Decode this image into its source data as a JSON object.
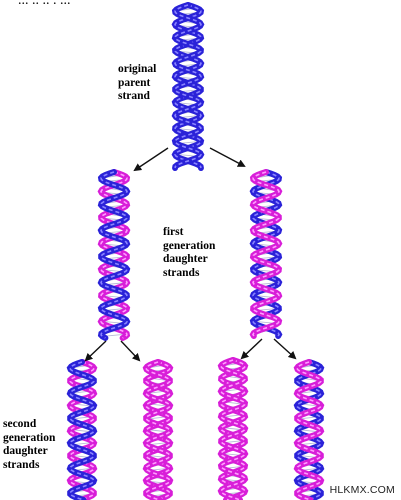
{
  "header_fragment": "...  ..  ..  . ...",
  "labels": {
    "original": [
      "original",
      "parent",
      "strand"
    ],
    "first": [
      "first",
      "generation",
      "daughter",
      "strands"
    ],
    "second": [
      "second",
      "generation",
      "daughter",
      "strands"
    ]
  },
  "watermark": "HLKMX.COM",
  "colors": {
    "parent_strand": "#2a22d8",
    "parent_strand_light": "#8a84ff",
    "new_strand": "#d81ed8",
    "new_strand_light": "#ff9cff",
    "arrow": "#111111"
  },
  "helices": [
    {
      "id": "parent",
      "strands": [
        "parent",
        "parent"
      ]
    },
    {
      "id": "gen1-left",
      "strands": [
        "new",
        "parent"
      ]
    },
    {
      "id": "gen1-right",
      "strands": [
        "parent",
        "new"
      ]
    },
    {
      "id": "gen2-a",
      "strands": [
        "new",
        "parent"
      ]
    },
    {
      "id": "gen2-b",
      "strands": [
        "new",
        "new"
      ]
    },
    {
      "id": "gen2-c",
      "strands": [
        "new",
        "new"
      ]
    },
    {
      "id": "gen2-d",
      "strands": [
        "parent",
        "new"
      ]
    }
  ]
}
